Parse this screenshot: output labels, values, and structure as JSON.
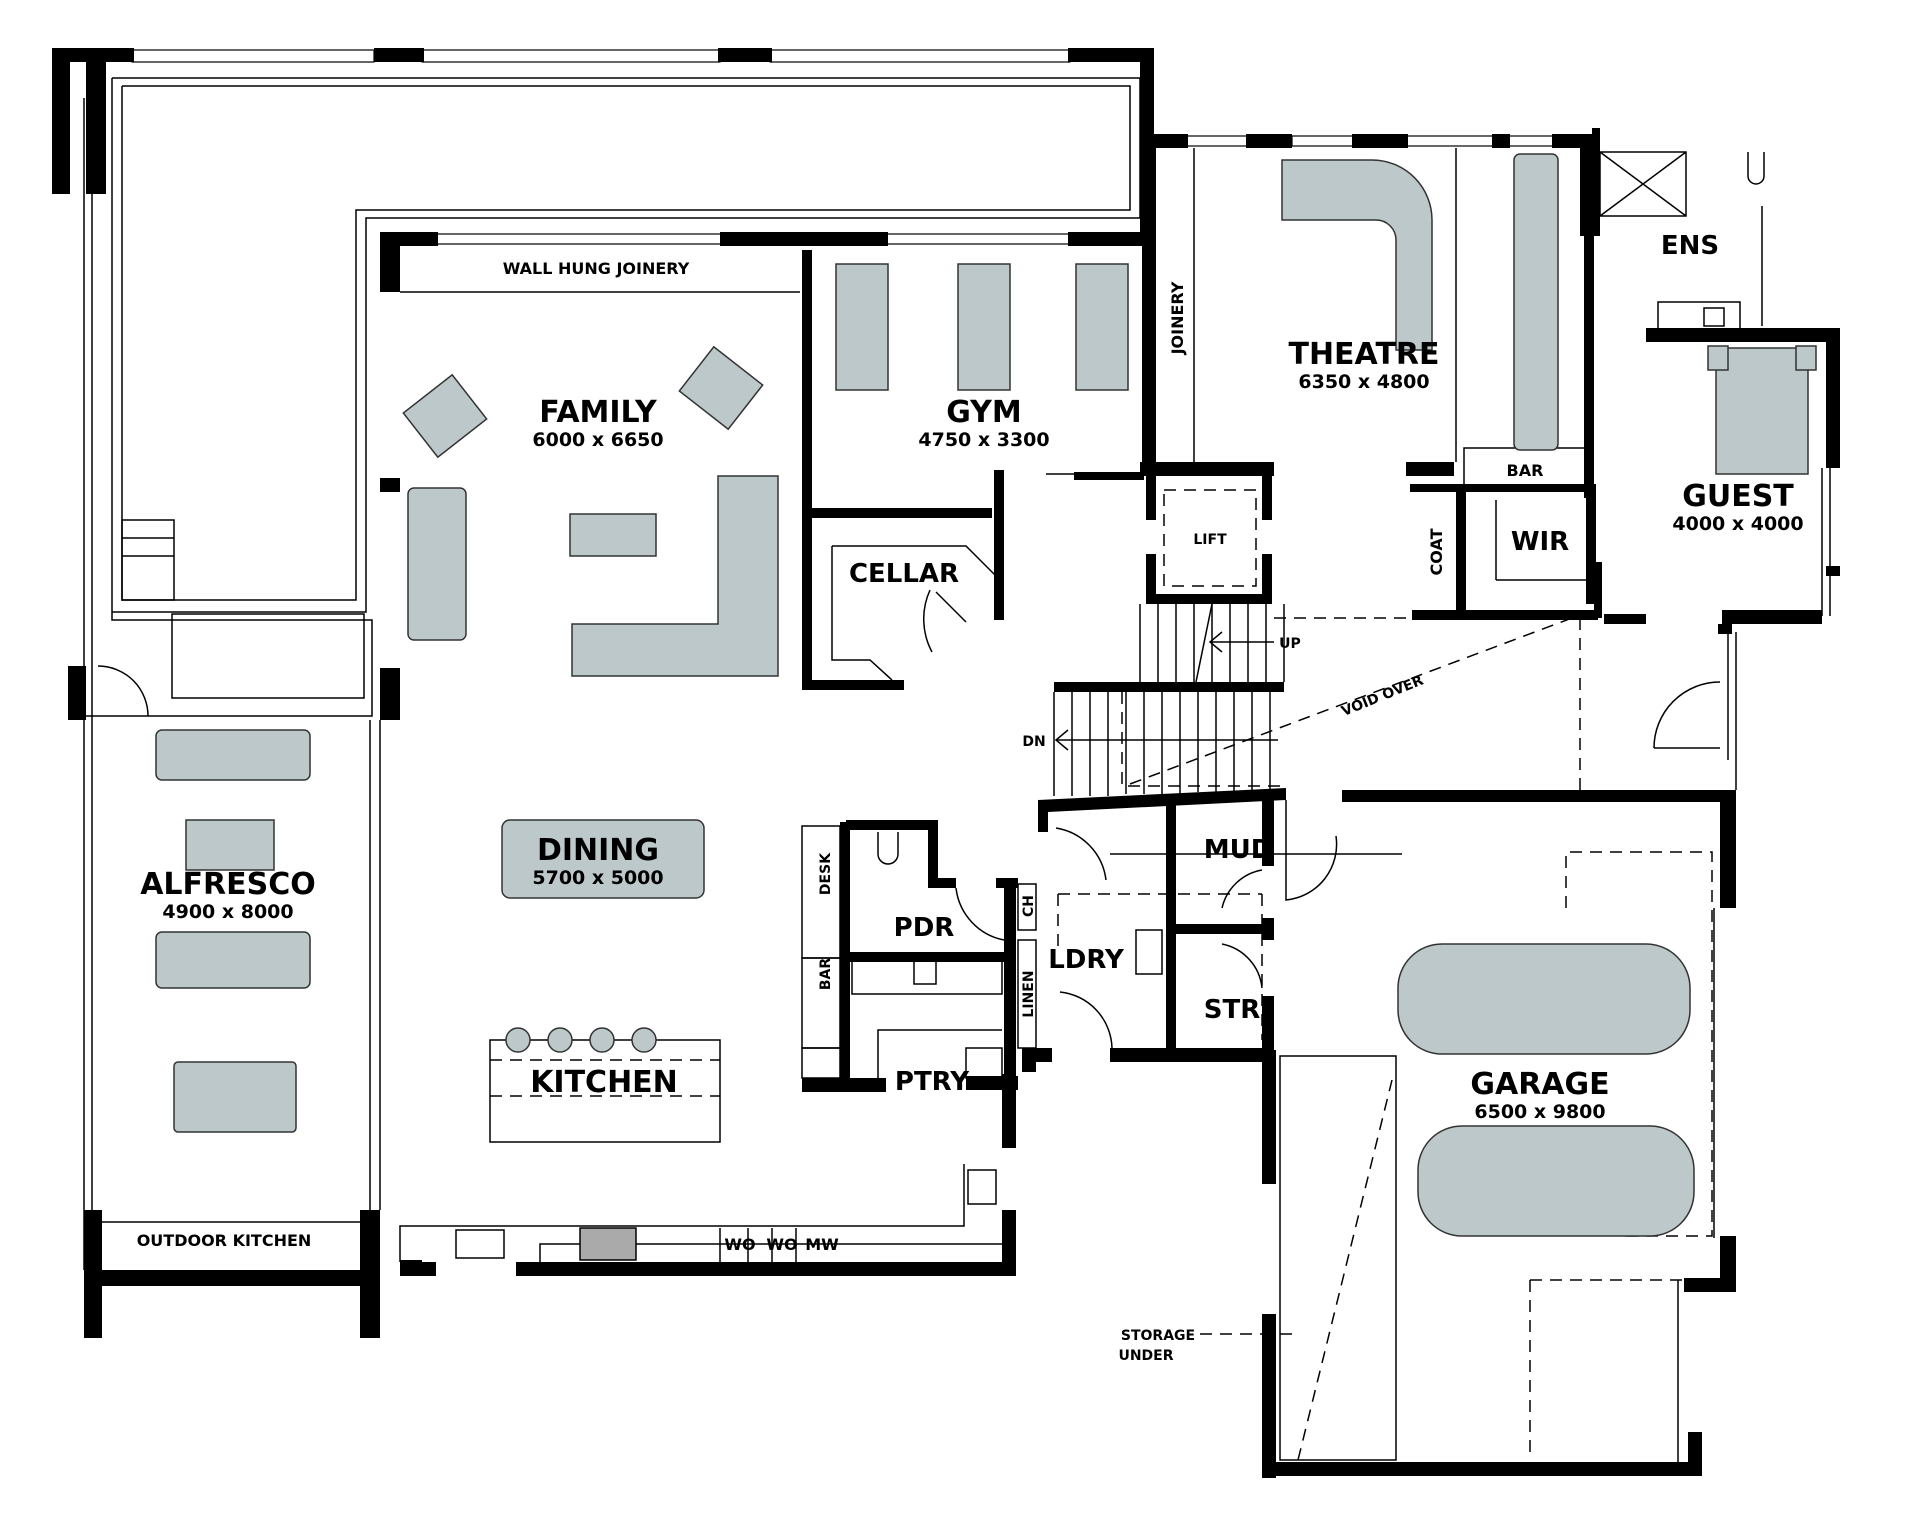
{
  "plan": {
    "colors": {
      "wall": "#000000",
      "furniture": "#bcc8ca",
      "background": "#ffffff"
    },
    "rooms": {
      "family": {
        "name": "FAMILY",
        "dims": "6000 x 6650"
      },
      "gym": {
        "name": "GYM",
        "dims": "4750 x 3300"
      },
      "theatre": {
        "name": "THEATRE",
        "dims": "6350 x 4800"
      },
      "guest": {
        "name": "GUEST",
        "dims": "4000 x 4000"
      },
      "ens": {
        "name": "ENS"
      },
      "wir": {
        "name": "WIR"
      },
      "coat": {
        "name": "COAT"
      },
      "bar_theatre": {
        "name": "BAR"
      },
      "lift": {
        "name": "LIFT"
      },
      "cellar": {
        "name": "CELLAR"
      },
      "alfresco": {
        "name": "ALFRESCO",
        "dims": "4900 x 8000"
      },
      "dining": {
        "name": "DINING",
        "dims": "5700 x 5000"
      },
      "kitchen": {
        "name": "KITCHEN"
      },
      "pdr": {
        "name": "PDR"
      },
      "ptry": {
        "name": "PTRY"
      },
      "desk": {
        "name": "DESK"
      },
      "bar_kitchen": {
        "name": "BAR"
      },
      "ch": {
        "name": "CH"
      },
      "linen": {
        "name": "LINEN"
      },
      "ldry": {
        "name": "LDRY"
      },
      "mud": {
        "name": "MUD"
      },
      "str": {
        "name": "STR"
      },
      "garage": {
        "name": "GARAGE",
        "dims": "6500 x 9800"
      },
      "outdoor_kitchen": {
        "name": "OUTDOOR KITCHEN"
      }
    },
    "annotations": {
      "wall_hung_joinery": "WALL HUNG JOINERY",
      "joinery": "JOINERY",
      "void_over": "VOID OVER",
      "stair_up": "UP",
      "stair_down": "DN",
      "storage_under_1": "STORAGE",
      "storage_under_2": "UNDER",
      "appliance_wo1": "WO",
      "appliance_wo2": "WO",
      "appliance_mw": "MW"
    }
  }
}
